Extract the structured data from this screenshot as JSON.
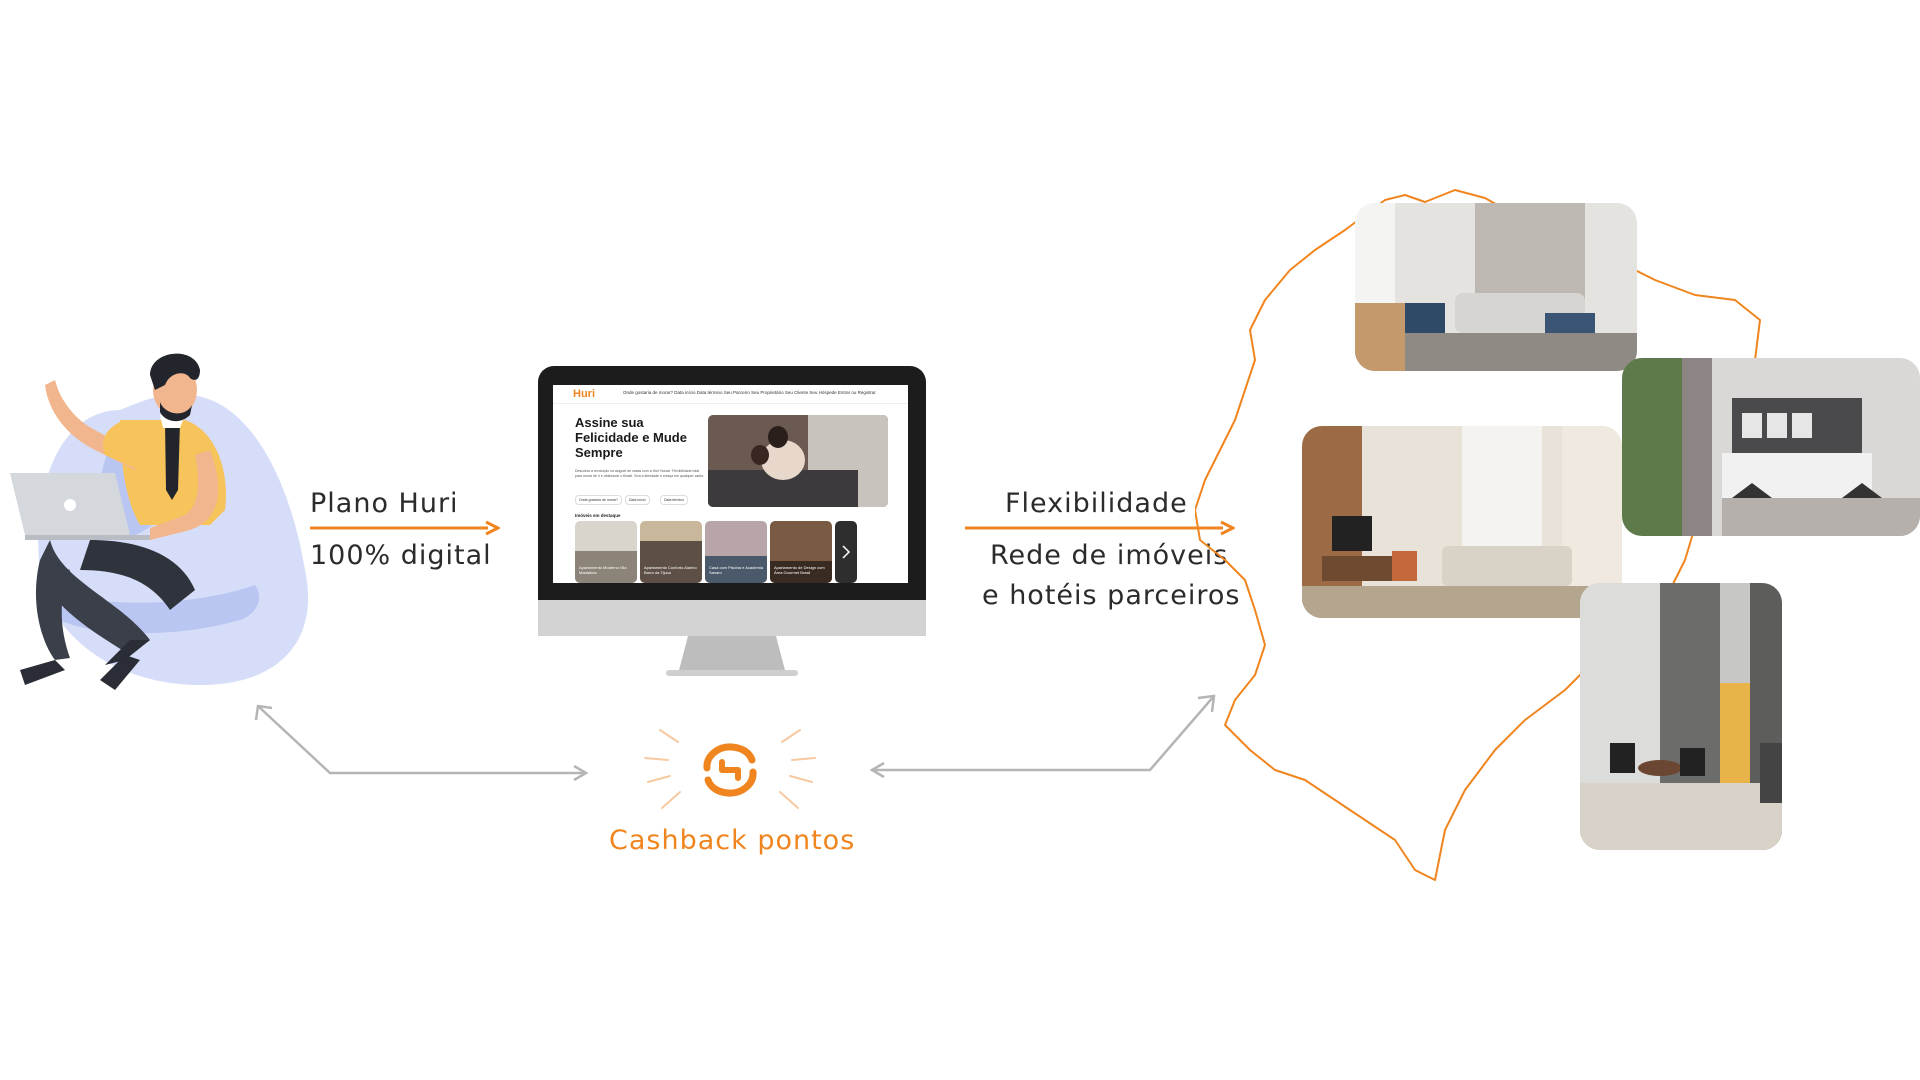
{
  "left_labels": {
    "line1": "Plano Huri",
    "line2": "100% digital"
  },
  "right_labels": {
    "line1": "Flexibilidade",
    "line2": "Rede de imóveis",
    "line3": "e hotéis parceiros"
  },
  "bottom_label": "Cashback pontos",
  "screen": {
    "logo": "Huri",
    "nav_links": "Onde gostaria de morar?   Data início   Data término      Seu Parceiro   Seu Proprietário   Seu Cliente   Seu Hóspede   Entrar ou Registrar",
    "hero_title": "Assine sua Felicidade e Mude Sempre",
    "hero_text": "Descubra a revolução na aluguel de casas com a Huri House. Flexibilidade total para morar de ir e desbravar o Brasil. Viva a liberdade e cresça em qualquer canto.",
    "search_pill_1": "Onde gostaria de morar?",
    "search_pill_2": "Data início",
    "search_pill_3": "Data término",
    "featured": "Imóveis em destaque",
    "cards": [
      "Apartamento Moderno Vila Madalena",
      "Apartamento Conforto Alanho Barra da Tijuca",
      "Casa com Piscina e Academia Sanam",
      "Apartamento de Design com Área Gourmet Brasil"
    ]
  },
  "colors": {
    "accent": "#f0851f",
    "text": "#2b2b2b",
    "arrow_gray": "#b5b5b5",
    "person_bg": "#c9d3f5"
  },
  "icons": [
    "person-with-laptop-illustration",
    "desktop-monitor-icon",
    "huri-logo-icon",
    "brazil-map-outline"
  ]
}
